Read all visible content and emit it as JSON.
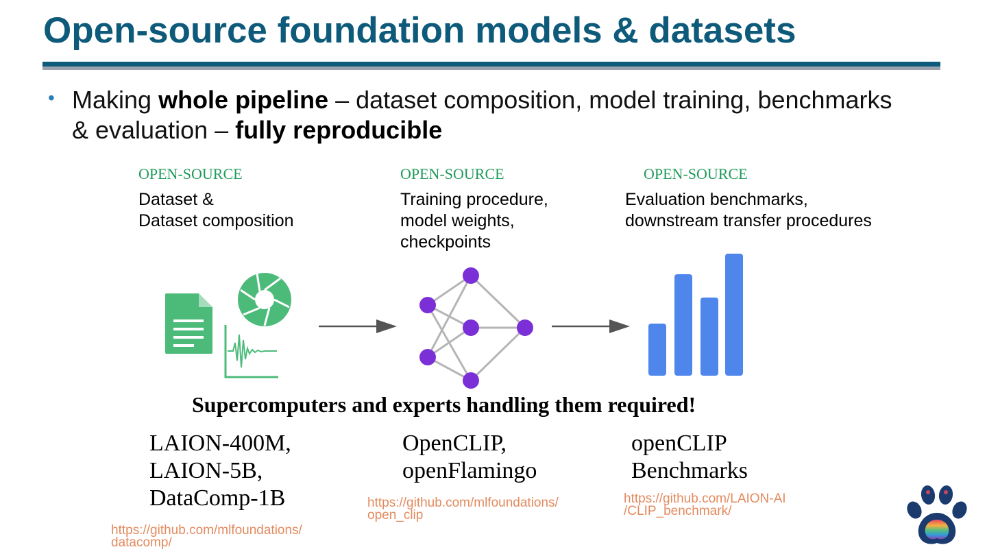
{
  "title": "Open-source foundation models & datasets",
  "bullet": {
    "p1": "Making ",
    "b1": "whole pipeline",
    "p2": " – dataset composition, model training, benchmarks & evaluation – ",
    "b2": "fully reproducible"
  },
  "columns": [
    {
      "tag": "OPEN-SOURCE",
      "desc": [
        "Dataset &",
        "Dataset composition"
      ],
      "projects": [
        "LAION-400M,",
        "LAION-5B,",
        "DataComp-1B"
      ],
      "url": [
        "https://github.com/mlfoundations/",
        "datacomp/"
      ]
    },
    {
      "tag": "OPEN-SOURCE",
      "desc": [
        "Training procedure,",
        "model weights,",
        "checkpoints"
      ],
      "projects": [
        "OpenCLIP,",
        "openFlamingo"
      ],
      "url": [
        "https://github.com/mlfoundations/",
        "open_clip"
      ]
    },
    {
      "tag": "OPEN-SOURCE",
      "desc": [
        "Evaluation benchmarks,",
        "downstream transfer procedures"
      ],
      "projects": [
        "openCLIP",
        "Benchmarks"
      ],
      "url": [
        "https://github.com/LAION-AI",
        "/CLIP_benchmark/"
      ]
    }
  ],
  "footnote": "Supercomputers and experts handling them required!",
  "colors": {
    "title": "#0e5a7a",
    "rule_gray": "#9aa3ad",
    "open_source_tag": "#1f9a5a",
    "url": "#e38a5e",
    "icon_green": "#4cbb7a",
    "network_node": "#7b2fd6",
    "bar_blue": "#4f86ec",
    "arrow": "#555555"
  },
  "icons": {
    "dataset": [
      "document-icon",
      "camera-shutter-icon",
      "waveform-chart-icon"
    ],
    "model": "neural-network-icon",
    "evaluation": "bar-chart-icon",
    "arrows": "arrow-right-icon",
    "logo": "paw-logo-icon"
  }
}
